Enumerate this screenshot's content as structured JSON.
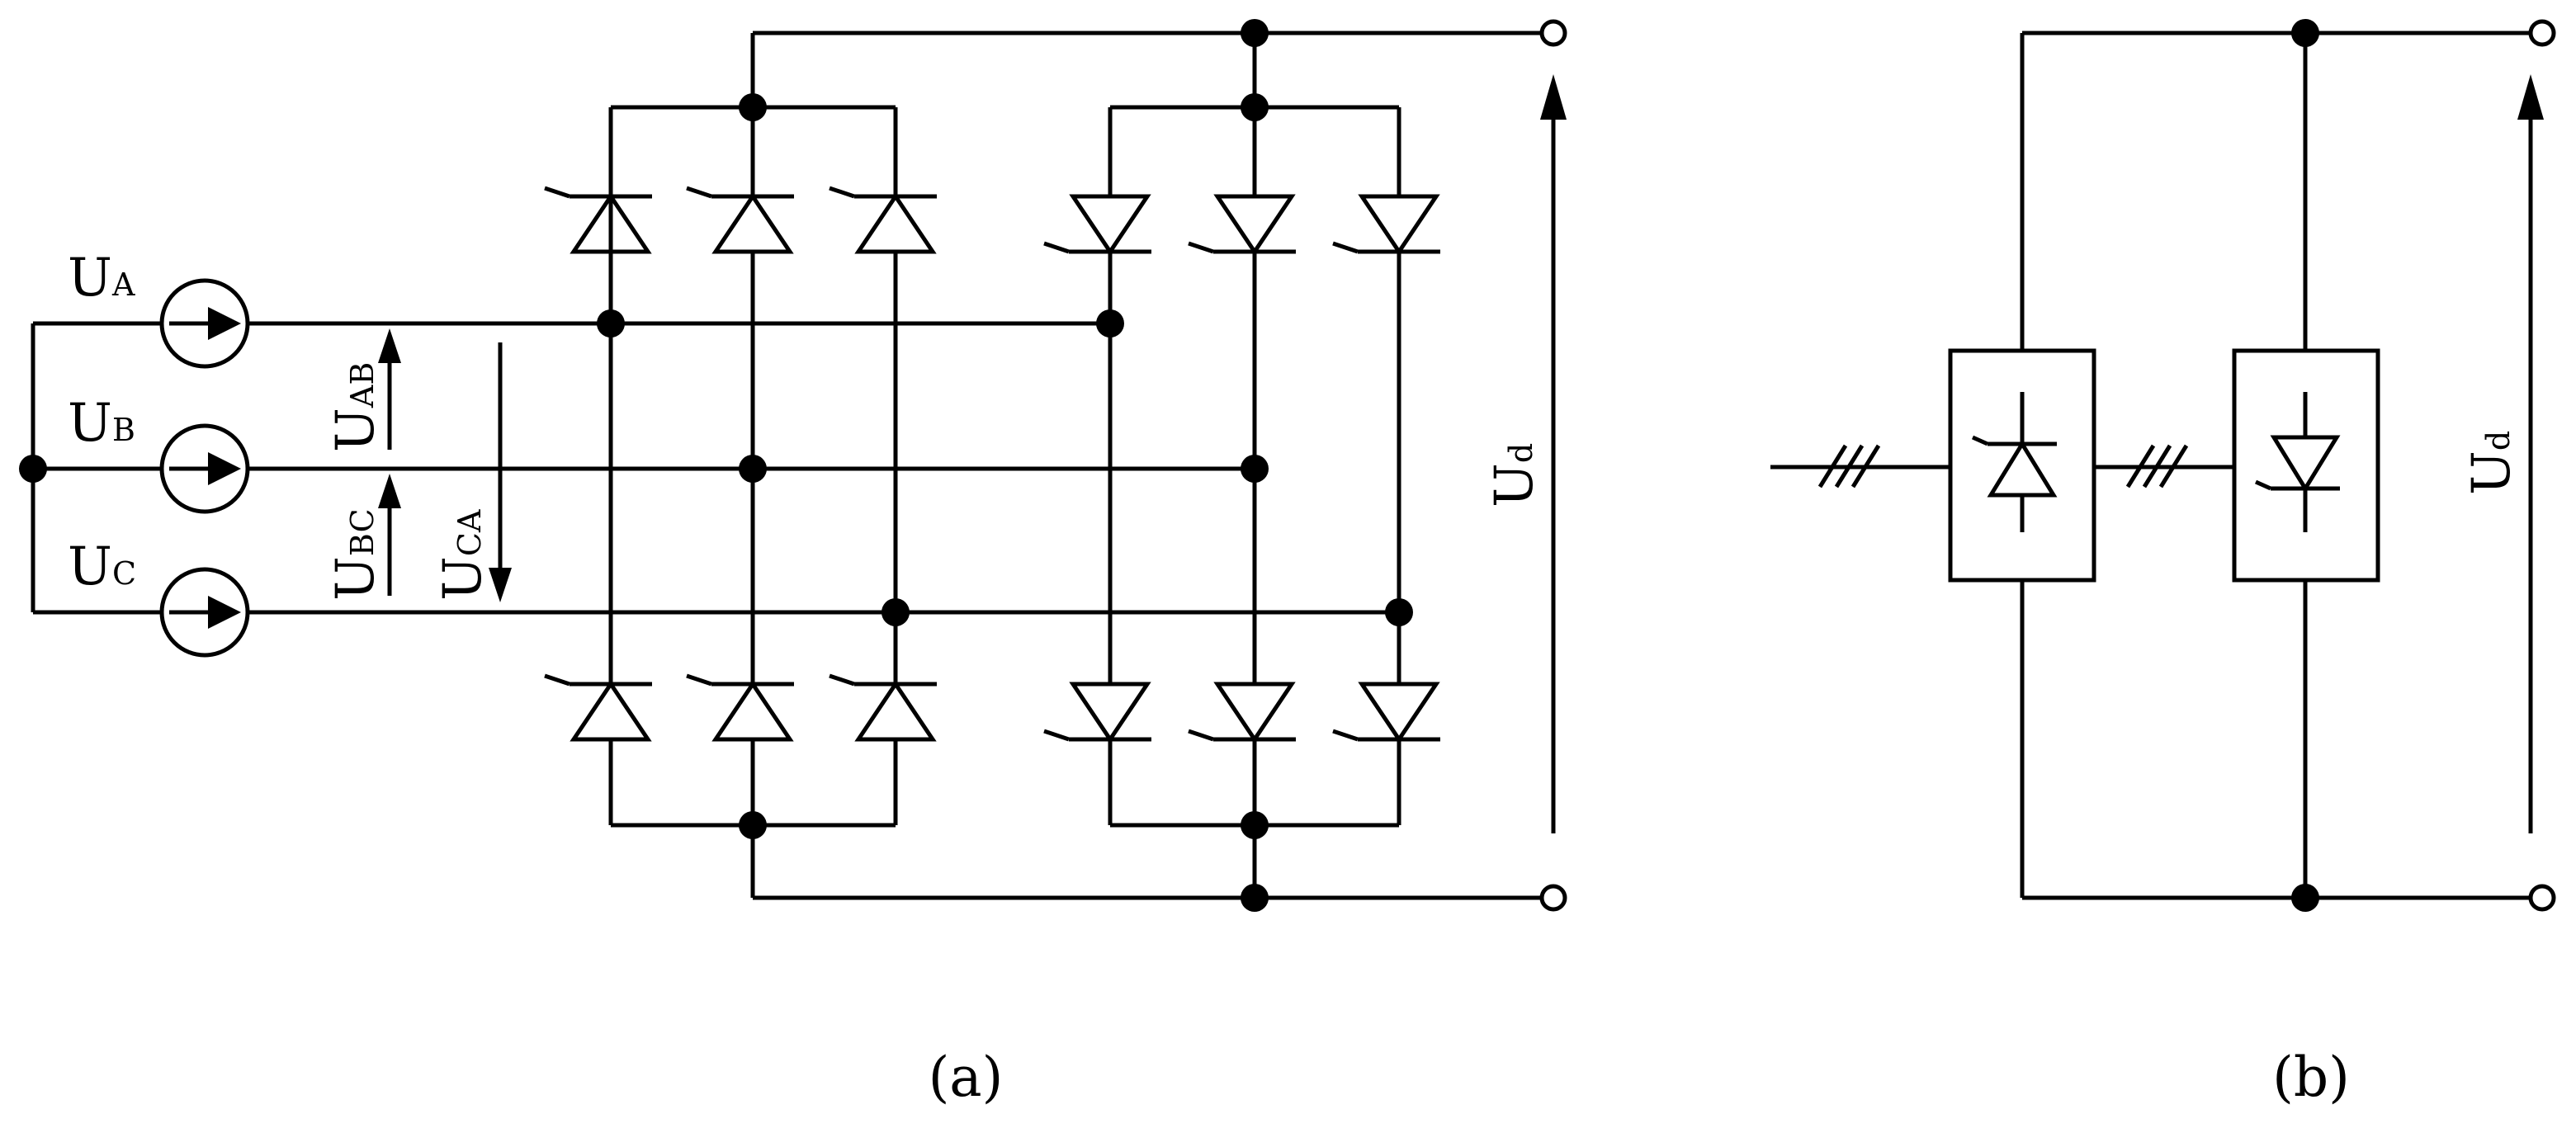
{
  "figure": {
    "panel_a": {
      "caption": "(a)",
      "sources": [
        {
          "main": "U",
          "sub": "A"
        },
        {
          "main": "U",
          "sub": "B"
        },
        {
          "main": "U",
          "sub": "C"
        }
      ],
      "line_voltages": [
        {
          "main": "U",
          "sub": "AB"
        },
        {
          "main": "U",
          "sub": "BC"
        },
        {
          "main": "U",
          "sub": "CA"
        }
      ],
      "output": {
        "main": "U",
        "sub": "d"
      }
    },
    "panel_b": {
      "caption": "(b)",
      "output": {
        "main": "U",
        "sub": "d"
      }
    }
  },
  "colors": {
    "ink": "#000000",
    "background": "#ffffff"
  }
}
